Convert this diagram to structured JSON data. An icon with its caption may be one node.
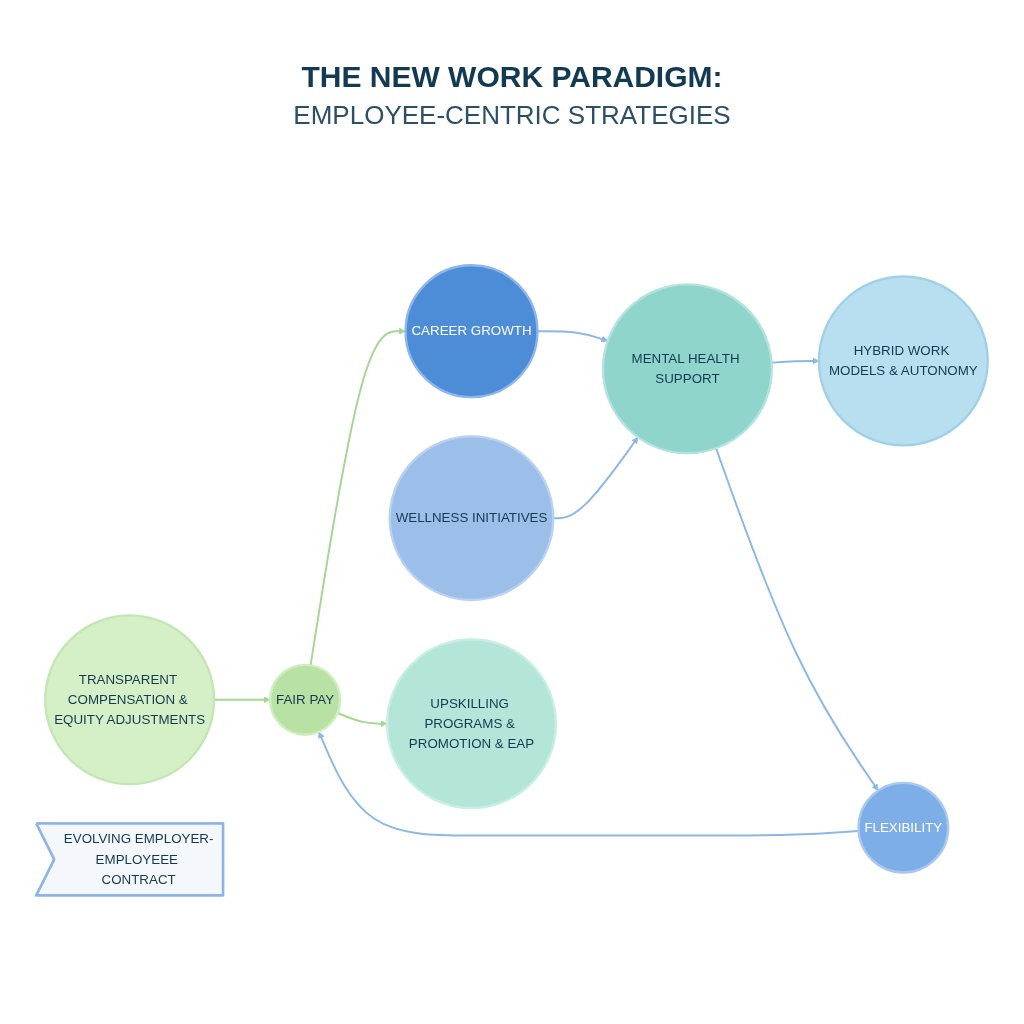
{
  "diagram": {
    "title": "THE NEW WORK PARADIGM:",
    "nodes": [
      {
        "text": [
          "HYBRID WORK MODELS & AUTONOMY"
        ]
      },
      {
        "text": [
          "FLEXIBILITY"
        ]
      },
      {
        "text": [
          "TRANSPARENT COMPENSATION & EQUITY ADJUSTMENTS"
        ]
      },
      {
        "text": [
          "MENTAL HEALTH SUPPORT"
        ]
      },
      {
        "text": [
          "FAIR PAY"
        ]
      },
      {
        "text": [
          "WELLNESS INITIATIVES"
        ]
      },
      {
        "text": [
          "CAREER GROWTH"
        ]
      },
      {
        "text": [
          "UPSKILLING PROGRAMS & PROMOTION & EAP"
        ]
      },
      {
        "text": [
          "EVOLVING EMPLOYER-EMPLOYEEE CONTRACT"
        ]
      }
    ],
    "edges": [
      {
        "from": 3,
        "to": 0,
        "arrow": "to"
      },
      {
        "from": 3,
        "to": 1,
        "arrow": "to"
      },
      {
        "from": 1,
        "to": 4,
        "arrow": "to"
      },
      {
        "from": 2,
        "to": 4,
        "arrow": "to",
        "color": "#a6d695"
      },
      {
        "from": 4,
        "to": 7,
        "arrow": "to",
        "color": "#a6d695"
      },
      {
        "from": 4,
        "to": 6,
        "arrow": "to",
        "color": "#a6d695"
      },
      {
        "from": 6,
        "to": 3,
        "arrow": "to"
      },
      {
        "from": 5,
        "to": 3,
        "arrow": "to"
      }
    ],
    "labels": [
      "EMPLOYEE-CENTRIC STRATEGIES"
    ]
  }
}
